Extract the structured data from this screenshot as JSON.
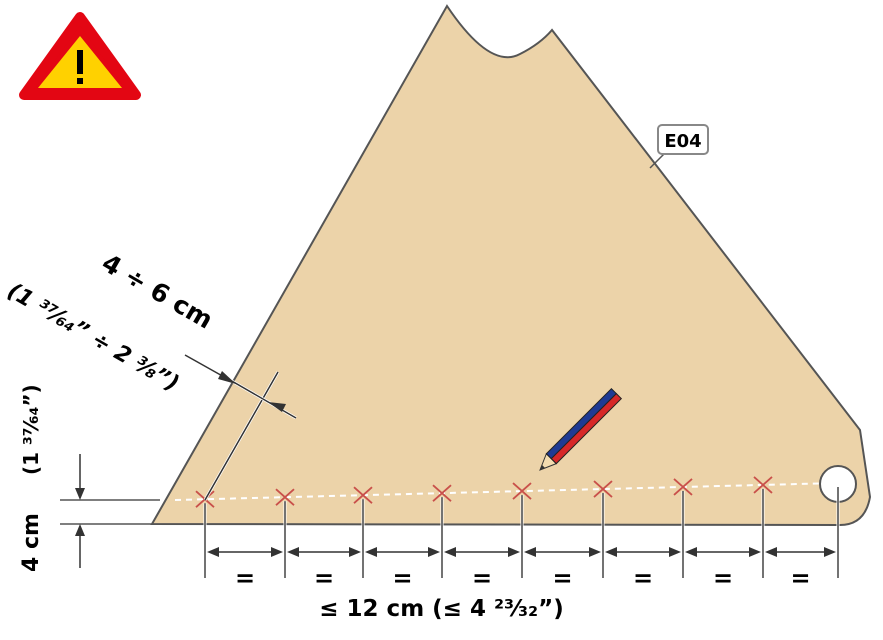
{
  "warning": {
    "icon": "warning-triangle-icon",
    "symbol": "!",
    "fill_color": "#ffd100",
    "border_color": "#e30613"
  },
  "fabric": {
    "fill_color": "#ecd3a9",
    "edge_color": "#555555"
  },
  "label_tag": {
    "text": "E04"
  },
  "diagonal_measure": {
    "range": "4 ÷ 6 cm",
    "inches": "(1 ³⁷⁄₆₄” ÷ 2 ³⁄₈”)"
  },
  "vertical_measure": {
    "value": "4 cm",
    "inches": "(1 ³⁷⁄₆₄”)"
  },
  "spacing_marks": {
    "symbol": "=",
    "count": 8
  },
  "bottom_measure": {
    "text": "≤ 12 cm (≤ 4 ²³⁄₃₂”)"
  },
  "pencil": {
    "icon": "pencil-icon",
    "colors": [
      "#1f3a93",
      "#d62828"
    ]
  },
  "stitch_mark_color": "#c9504a"
}
